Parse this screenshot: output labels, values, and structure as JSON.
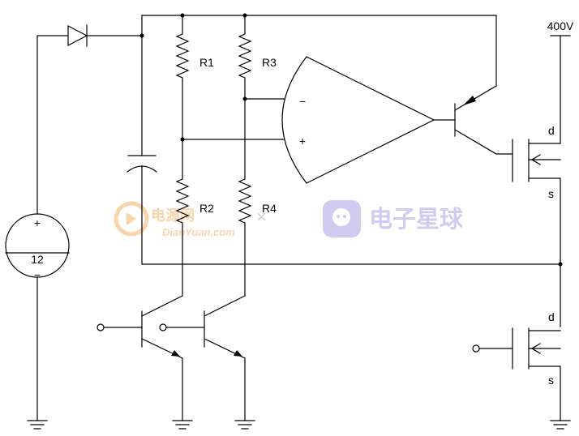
{
  "labels": {
    "supply": "400V",
    "r1": "R1",
    "r2": "R2",
    "r3": "R3",
    "r4": "R4",
    "battery_value": "12",
    "battery_plus": "+",
    "battery_minus": "−",
    "opamp_minus": "−",
    "opamp_plus": "+",
    "high_drain": "d",
    "high_source": "s",
    "low_drain": "d",
    "low_source": "s"
  },
  "watermarks": {
    "left_brand": "电源网",
    "left_url": "DianYuan.com",
    "separator": "×",
    "right_brand": "电子星球"
  },
  "colors": {
    "wire": "#000000",
    "watermark_orange": "#f6b26b",
    "watermark_purple": "#b4a7e8"
  }
}
